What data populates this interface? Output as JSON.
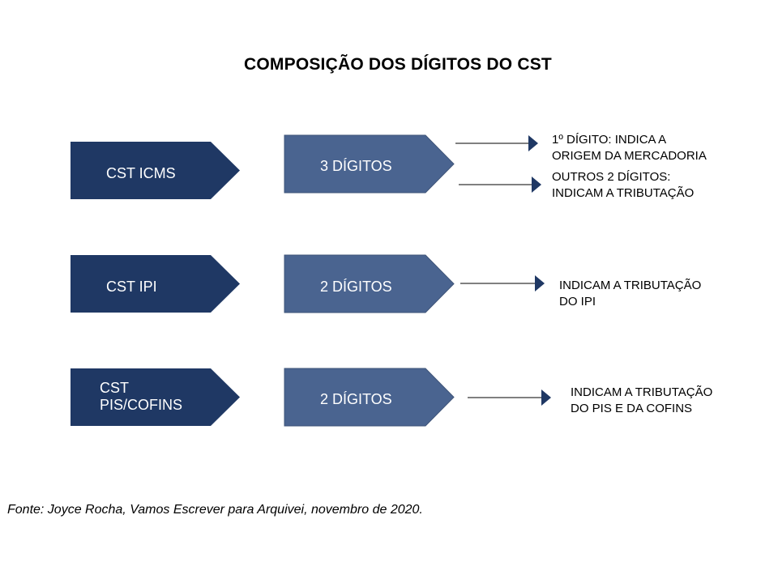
{
  "title": "COMPOSIÇÃO DOS DÍGITOS DO CST",
  "colors": {
    "dark_chevron": "#1f3864",
    "light_chevron": "#4a6490",
    "chevron_stroke": "#3f5478",
    "arrow": "#000000",
    "arrowhead": "#1f3864"
  },
  "rows": [
    {
      "type_label": "CST ICMS",
      "digits_label": "3 DÍGITOS",
      "notes": [
        "1º DÍGITO: INDICA A\nORIGEM DA MERCADORIA",
        "OUTROS 2 DÍGITOS:\nINDICAM A TRIBUTAÇÃO"
      ]
    },
    {
      "type_label": "CST IPI",
      "digits_label": "2 DÍGITOS",
      "notes": [
        "INDICAM A TRIBUTAÇÃO\nDO IPI"
      ]
    },
    {
      "type_label": "CST\nPIS/COFINS",
      "digits_label": "2 DÍGITOS",
      "notes": [
        "INDICAM A TRIBUTAÇÃO\nDO PIS E DA COFINS"
      ]
    }
  ],
  "source": "Fonte: Joyce Rocha, Vamos Escrever para Arquivei, novembro de 2020."
}
